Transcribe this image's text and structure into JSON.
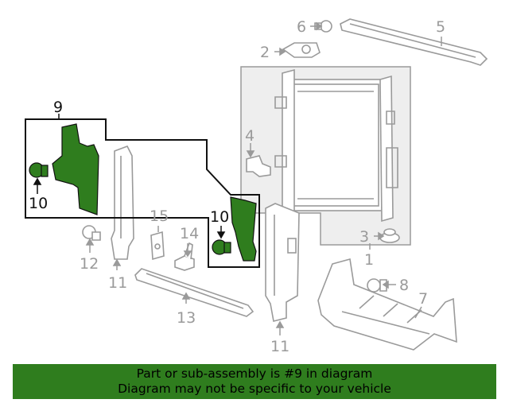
{
  "colors": {
    "highlight_part": "#2f7d1e",
    "outline": "#111111",
    "faded": "#9a9a9a",
    "box_fill": "#eeeeee",
    "banner": "#2f7d1e",
    "background": "#ffffff"
  },
  "callouts": [
    {
      "id": "c1",
      "text": "1"
    },
    {
      "id": "c2",
      "text": "2"
    },
    {
      "id": "c3",
      "text": "3"
    },
    {
      "id": "c4",
      "text": "4"
    },
    {
      "id": "c5",
      "text": "5"
    },
    {
      "id": "c6",
      "text": "6"
    },
    {
      "id": "c7",
      "text": "7"
    },
    {
      "id": "c8",
      "text": "8"
    },
    {
      "id": "c9",
      "text": "9"
    },
    {
      "id": "c10a",
      "text": "10"
    },
    {
      "id": "c10b",
      "text": "10"
    },
    {
      "id": "c11a",
      "text": "11"
    },
    {
      "id": "c11b",
      "text": "11"
    },
    {
      "id": "c12",
      "text": "12"
    },
    {
      "id": "c13",
      "text": "13"
    },
    {
      "id": "c14",
      "text": "14"
    },
    {
      "id": "c15",
      "text": "15"
    }
  ],
  "banner": {
    "line1": "Part or sub-assembly is #9 in diagram",
    "line2": "Diagram may not be specific to your vehicle"
  }
}
